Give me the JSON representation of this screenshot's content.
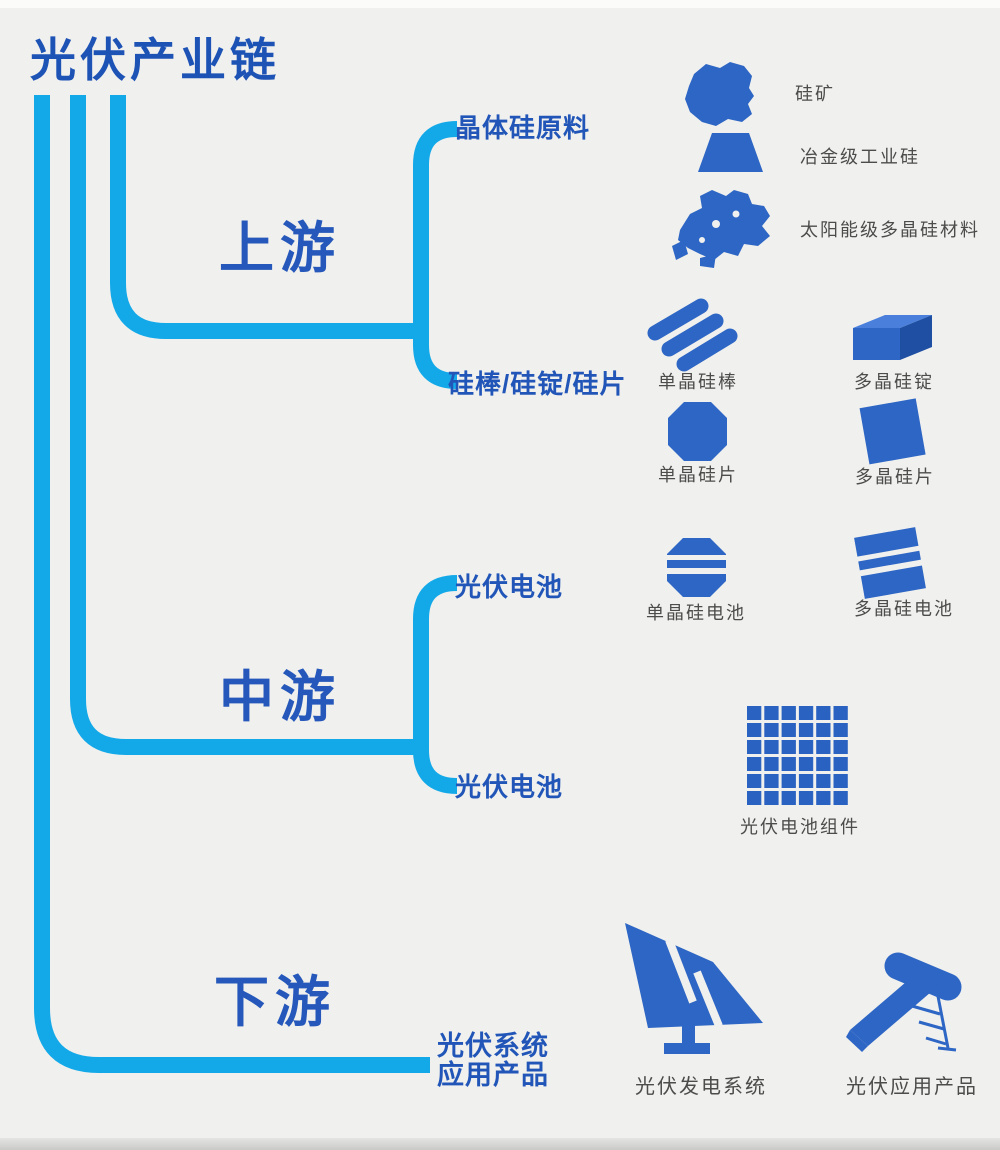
{
  "title": "光伏产业链",
  "stages": {
    "upstream": "上游",
    "midstream": "中游",
    "downstream": "下游"
  },
  "branches": {
    "crystal_silicon_raw": "晶体硅原料",
    "rod_ingot_wafer": "硅棒/硅锭/硅片",
    "pv_cell_top": "光伏电池",
    "pv_cell_bottom": "光伏电池",
    "pv_system_line1": "光伏系统",
    "pv_system_line2": "应用产品"
  },
  "products": {
    "silicon_ore": "硅矿",
    "metallurgical_silicon": "冶金级工业硅",
    "solar_grade_polysilicon": "太阳能级多晶硅材料",
    "mono_rod": "单晶硅棒",
    "poly_ingot": "多晶硅锭",
    "mono_wafer": "单晶硅片",
    "poly_wafer": "多晶硅片",
    "mono_cell": "单晶硅电池",
    "poly_cell": "多晶硅电池",
    "pv_module": "光伏电池组件",
    "pv_power_system": "光伏发电系统",
    "pv_application": "光伏应用产品"
  },
  "colors": {
    "background": "#f0f0ee",
    "connector_cyan": "#13a9e9",
    "label_blue": "#2156b8",
    "icon_blue": "#2d66c4",
    "icon_dark_blue": "#1e4fa3",
    "icon_light_blue": "#4a80dc",
    "icon_label_gray": "#4c4c4a"
  }
}
